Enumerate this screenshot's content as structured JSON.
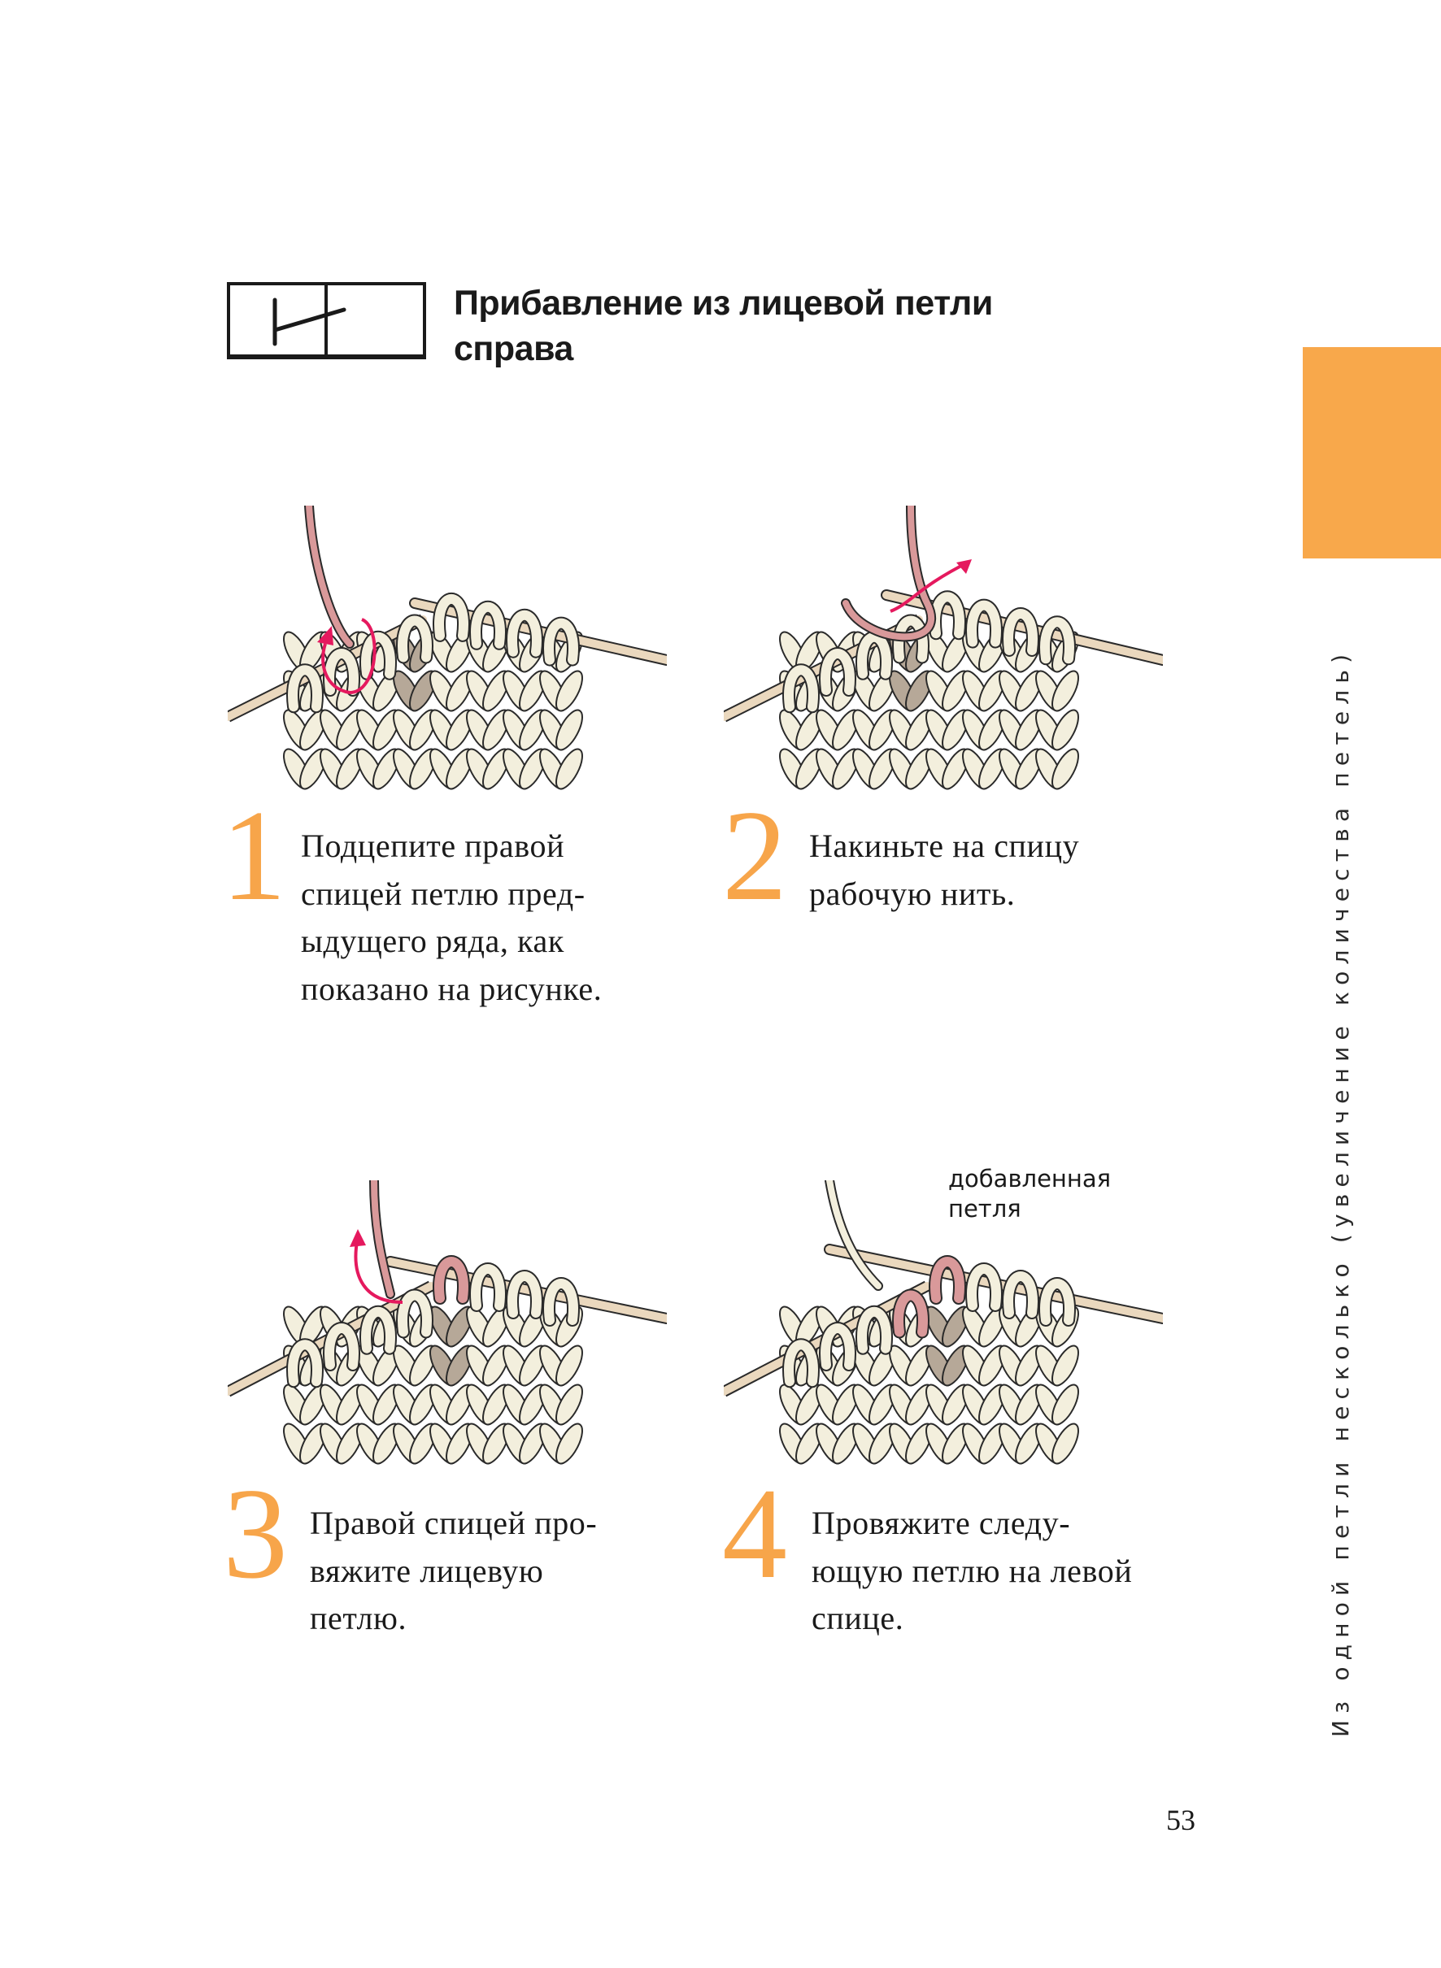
{
  "header": {
    "title_line1": "Прибавление из лицевой петли",
    "title_line2": "справа"
  },
  "side_tab": {
    "color": "#F8A84B",
    "vertical_text": "Из одной петли несколько (увеличение количества петель)"
  },
  "steps": [
    {
      "number": "1",
      "lines": [
        "Подцепите правой",
        "спицей петлю пред-",
        "ыдущего ряда, как",
        "показано на рисунке."
      ]
    },
    {
      "number": "2",
      "lines": [
        "Накиньте на спицу",
        "рабочую нить."
      ]
    },
    {
      "number": "3",
      "lines": [
        "Правой спицей про-",
        "вяжите лицевую",
        "петлю."
      ]
    },
    {
      "number": "4",
      "lines": [
        "Провяжите следу-",
        "ющую петлю на левой",
        "спице."
      ]
    }
  ],
  "illustration4_label": {
    "line1": "добавленная",
    "line2": "петля"
  },
  "page_number": "53",
  "colors": {
    "accent": "#F7A54A",
    "yarn": "#D9999A",
    "arrow": "#E5195E",
    "fabric": "#F3EFDD",
    "needle": "#EAD8BE"
  }
}
